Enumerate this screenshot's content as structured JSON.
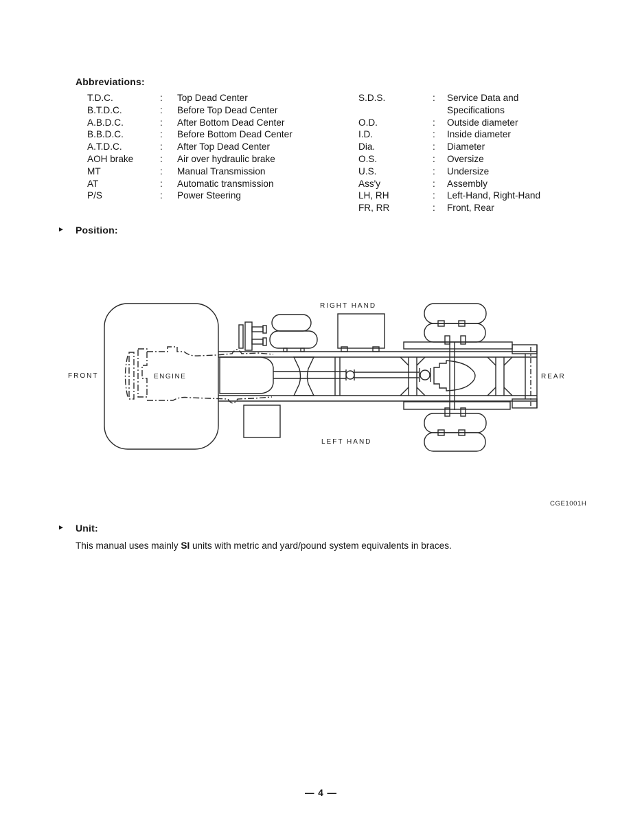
{
  "abbreviations": {
    "heading": "Abbreviations:",
    "separator": ":",
    "left": [
      {
        "abbr": "T.D.C.",
        "def": "Top Dead Center"
      },
      {
        "abbr": "B.T.D.C.",
        "def": "Before Top Dead Center"
      },
      {
        "abbr": "A.B.D.C.",
        "def": "After Bottom Dead Center"
      },
      {
        "abbr": "B.B.D.C.",
        "def": "Before Bottom Dead Center"
      },
      {
        "abbr": "A.T.D.C.",
        "def": "After Top Dead Center"
      },
      {
        "abbr": "AOH brake",
        "def": "Air over hydraulic brake"
      },
      {
        "abbr": "MT",
        "def": "Manual Transmission"
      },
      {
        "abbr": "AT",
        "def": "Automatic transmission"
      },
      {
        "abbr": "P/S",
        "def": "Power Steering"
      }
    ],
    "right": [
      {
        "abbr": "S.D.S.",
        "def": "Service Data and\nSpecifications"
      },
      {
        "abbr": "O.D.",
        "def": "Outside diameter"
      },
      {
        "abbr": "I.D.",
        "def": "Inside diameter"
      },
      {
        "abbr": "Dia.",
        "def": "Diameter"
      },
      {
        "abbr": "O.S.",
        "def": "Oversize"
      },
      {
        "abbr": "U.S.",
        "def": "Undersize"
      },
      {
        "abbr": "Ass'y",
        "def": "Assembly"
      },
      {
        "abbr": "LH, RH",
        "def": "Left-Hand, Right-Hand"
      },
      {
        "abbr": "FR, RR",
        "def": "Front, Rear"
      }
    ]
  },
  "position": {
    "bullet": "►",
    "heading": "Position:",
    "diagram_labels": {
      "front": "FRONT",
      "engine": "ENGINE",
      "right_hand": "RIGHT HAND",
      "left_hand": "LEFT HAND",
      "rear": "REAR"
    },
    "figure_code": "CGE1001H"
  },
  "unit": {
    "bullet": "►",
    "heading": "Unit:",
    "text_prefix": "This manual uses mainly ",
    "text_bold": "SI",
    "text_suffix": " units with metric and yard/pound system equivalents in braces."
  },
  "footer": {
    "page_number": "— 4 —"
  },
  "colors": {
    "ink": "#161616",
    "line": "#2a2a2a",
    "paper": "#ffffff"
  }
}
